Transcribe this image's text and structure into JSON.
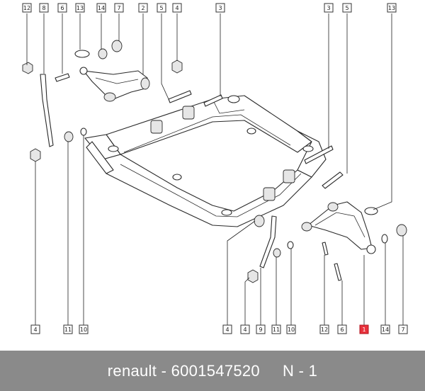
{
  "callouts": [
    {
      "id": "c12a",
      "label": "12"
    },
    {
      "id": "c8",
      "label": "8"
    },
    {
      "id": "c6a",
      "label": "6"
    },
    {
      "id": "c13a",
      "label": "13"
    },
    {
      "id": "c14a",
      "label": "14"
    },
    {
      "id": "c7a",
      "label": "7"
    },
    {
      "id": "c2",
      "label": "2"
    },
    {
      "id": "c5a",
      "label": "5"
    },
    {
      "id": "c4a",
      "label": "4"
    },
    {
      "id": "c3a",
      "label": "3"
    },
    {
      "id": "c3b",
      "label": "3"
    },
    {
      "id": "c5b",
      "label": "5"
    },
    {
      "id": "c13b",
      "label": "13"
    },
    {
      "id": "c4b",
      "label": "4"
    },
    {
      "id": "c11a",
      "label": "11"
    },
    {
      "id": "c10a",
      "label": "10"
    },
    {
      "id": "c4c",
      "label": "4"
    },
    {
      "id": "c4d",
      "label": "4"
    },
    {
      "id": "c9",
      "label": "9"
    },
    {
      "id": "c11b",
      "label": "11"
    },
    {
      "id": "c10b",
      "label": "10"
    },
    {
      "id": "c12b",
      "label": "12"
    },
    {
      "id": "c6b",
      "label": "6"
    },
    {
      "id": "c1",
      "label": "1",
      "highlight": true
    },
    {
      "id": "c14b",
      "label": "14"
    },
    {
      "id": "c7b",
      "label": "7"
    }
  ],
  "footer": {
    "brand": "renault",
    "separator": " - ",
    "part_number": "6001547520",
    "gap": "     ",
    "quantity": "N - 1"
  },
  "colors": {
    "highlight": "#e8313b",
    "footer_bg": "#8a8a8a"
  }
}
